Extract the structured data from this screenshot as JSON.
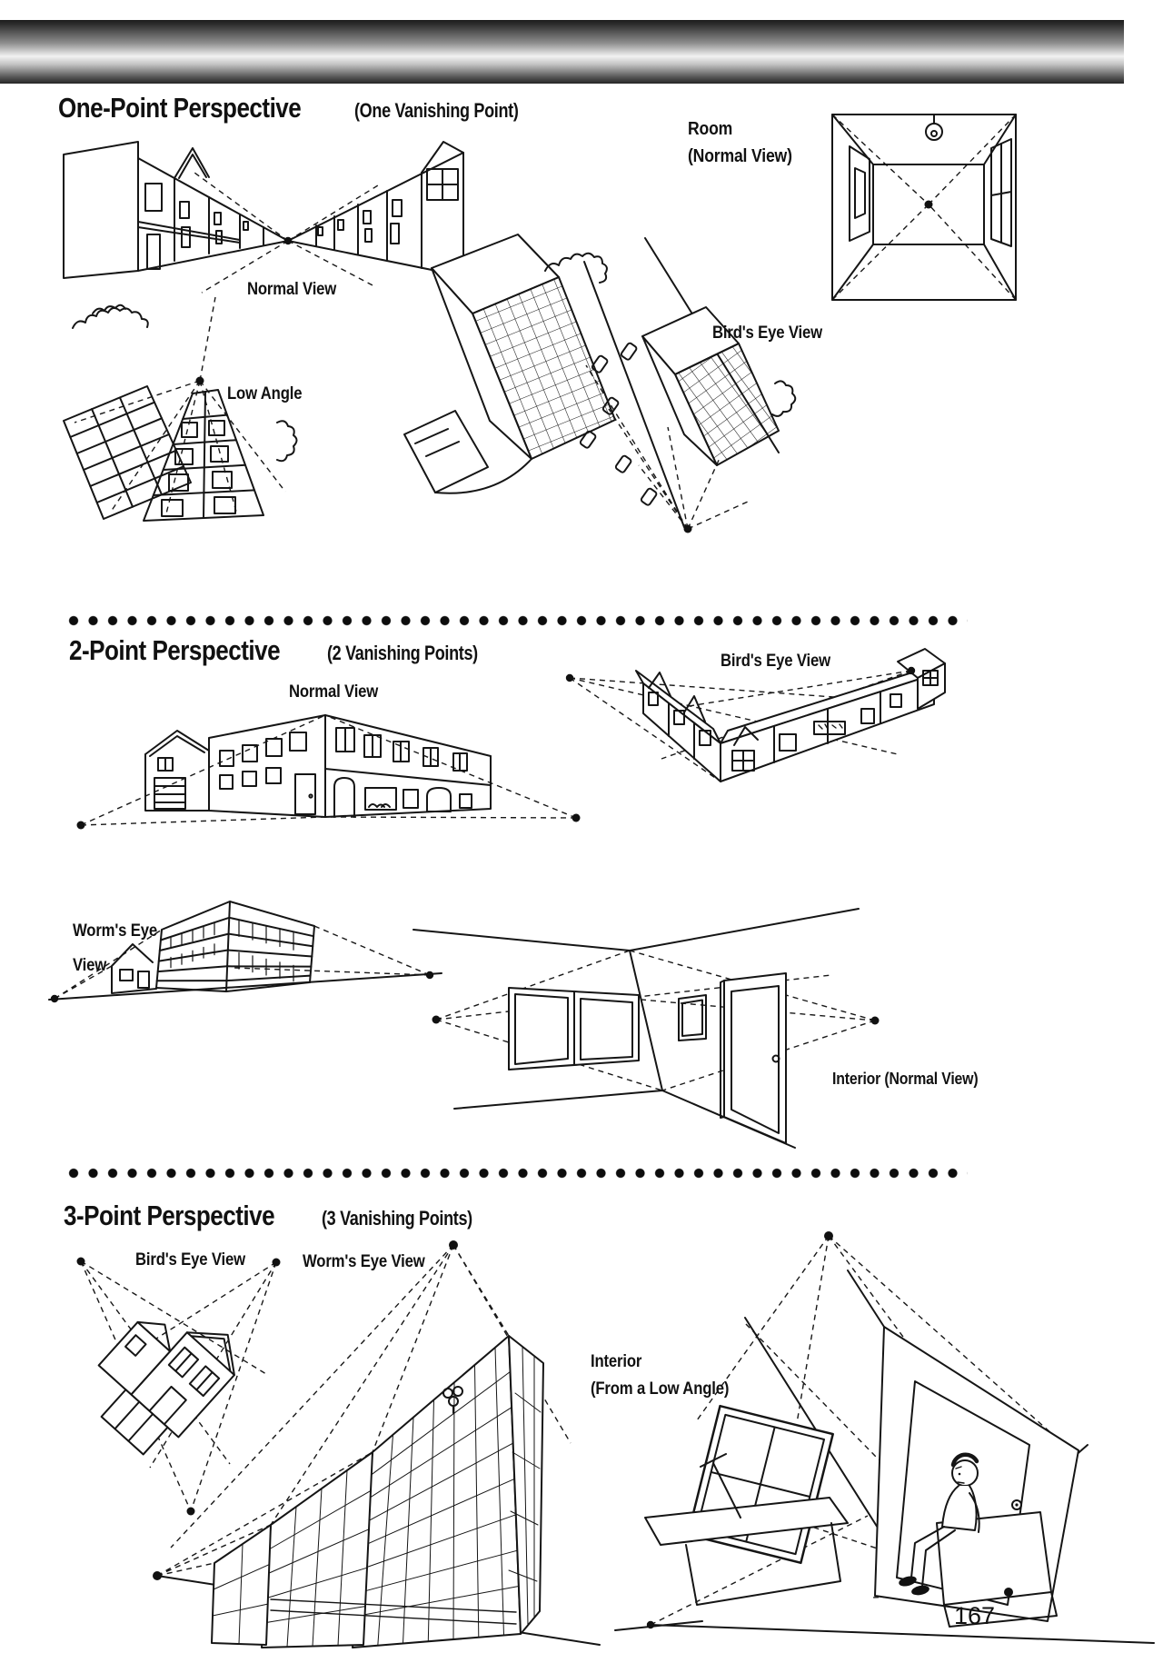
{
  "page": {
    "number": "167"
  },
  "sections": {
    "one_point": {
      "title": "One-Point Perspective",
      "subtitle": "(One Vanishing Point)",
      "normal_view": "Normal View",
      "room_line1": "Room",
      "room_line2": "(Normal View)",
      "low_angle": "Low Angle",
      "birds_eye": "Bird's Eye View"
    },
    "two_point": {
      "title": "2-Point Perspective",
      "subtitle": "(2 Vanishing Points)",
      "normal_view": "Normal View",
      "birds_eye": "Bird's Eye View",
      "worms_eye_line1": "Worm's Eye",
      "worms_eye_line2": "View",
      "interior": "Interior (Normal View)"
    },
    "three_point": {
      "title": "3-Point Perspective",
      "subtitle": "(3 Vanishing Points)",
      "birds_eye": "Bird's Eye View",
      "worms_eye": "Worm's Eye View",
      "interior_line1": "Interior",
      "interior_line2": "(From a Low Angle)"
    }
  }
}
